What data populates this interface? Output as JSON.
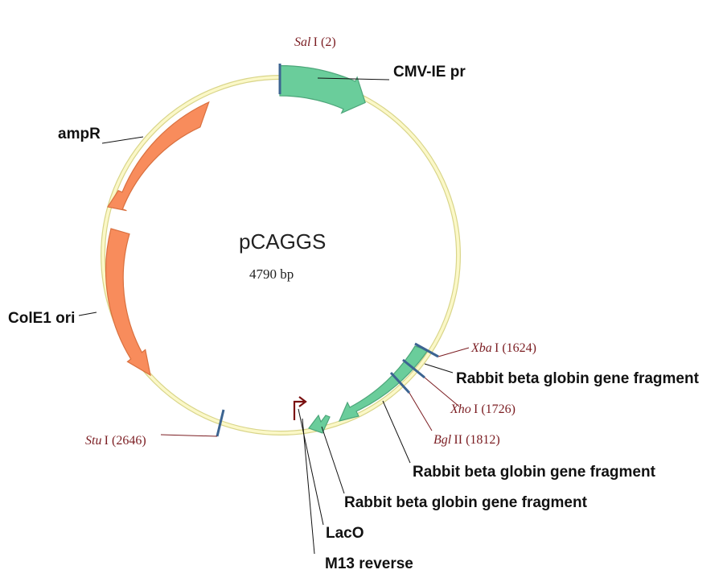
{
  "map": {
    "name": "pCAGGS",
    "size_label": "4790 bp",
    "colors": {
      "backbone_fill": "#fbf8c8",
      "backbone_stroke": "#d9d58a",
      "green_feature": "#6acd9b",
      "orange_feature": "#f88c5c",
      "site_tick": "#3c6491",
      "site_text": "#7b1d22",
      "lacO_arrow": "#7a1010"
    }
  },
  "features": {
    "cmv": {
      "label": "CMV-IE pr"
    },
    "ampr": {
      "label": "ampR"
    },
    "colE1": {
      "label": "ColE1 ori"
    },
    "rbg1": {
      "label": "Rabbit beta globin gene fragment"
    },
    "rbg2": {
      "label": "Rabbit beta globin gene fragment"
    },
    "rbg3": {
      "label": "Rabbit beta globin gene fragment"
    },
    "lacO": {
      "label": "LacO"
    },
    "m13": {
      "label": "M13 reverse"
    }
  },
  "sites": {
    "sal": {
      "name": "Sal",
      "suffix": "I (2)"
    },
    "xba": {
      "name": "Xba",
      "suffix": "I (1624)"
    },
    "xho": {
      "name": "Xho",
      "suffix": "I (1726)"
    },
    "bgl": {
      "name": "Bgl",
      "suffix": "II (1812)"
    },
    "stu": {
      "name": "Stu",
      "suffix": "I (2646)"
    }
  }
}
